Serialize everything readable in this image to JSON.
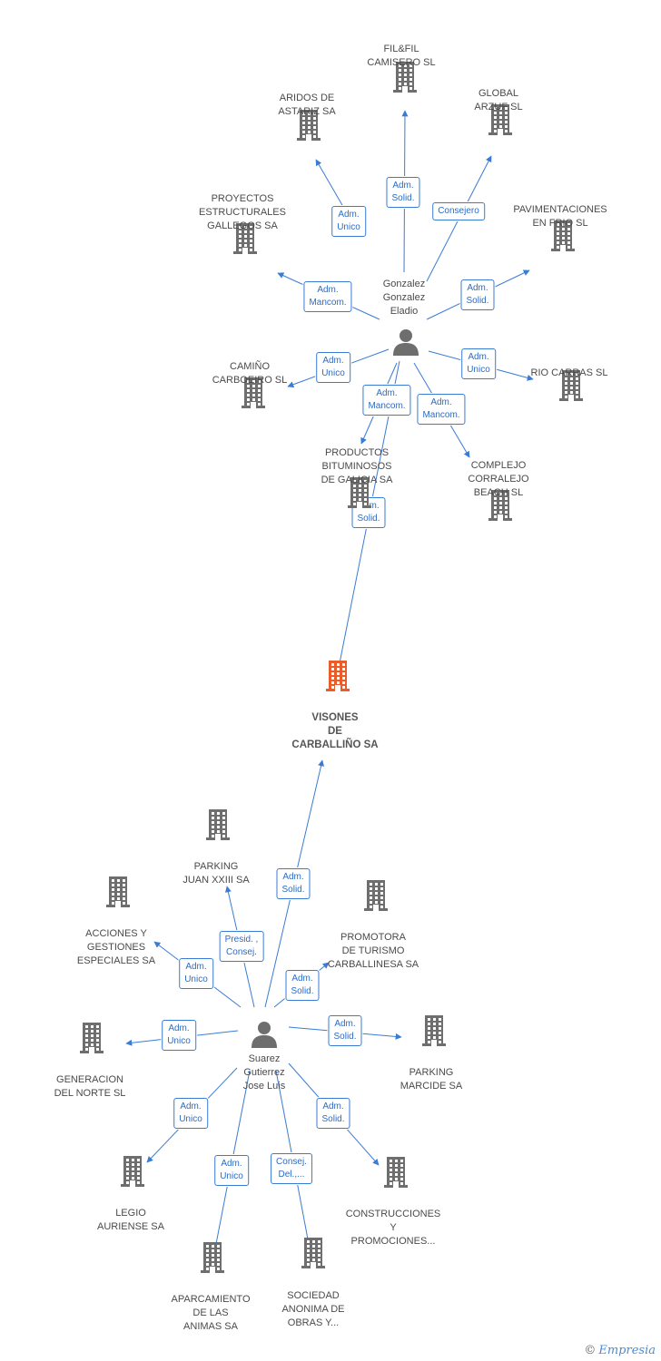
{
  "central": {
    "id": "visones",
    "label": "VISONES\nDE\nCARBALLIÑO SA",
    "color": "#e85d2a"
  },
  "persons": [
    {
      "id": "p1",
      "label": "Gonzalez\nGonzalez\nEladio"
    },
    {
      "id": "p2",
      "label": "Suarez\nGutierrez\nJose Luis"
    }
  ],
  "companies": [
    {
      "id": "c1",
      "label": "FIL&FIL\nCAMISERO SL"
    },
    {
      "id": "c2",
      "label": "ARIDOS DE\nASTARIZ SA"
    },
    {
      "id": "c3",
      "label": "GLOBAL\nARZUF SL"
    },
    {
      "id": "c4",
      "label": "PROYECTOS\nESTRUCTURALES\nGALLEGOS SA"
    },
    {
      "id": "c5",
      "label": "PAVIMENTACIONES\nEN FRIO SL"
    },
    {
      "id": "c6",
      "label": "CAMIÑO\nCARBOEIRO SL"
    },
    {
      "id": "c7",
      "label": "RIO CARRAS SL"
    },
    {
      "id": "c8",
      "label": "PRODUCTOS\nBITUMINOSOS\nDE GALICIA SA"
    },
    {
      "id": "c9",
      "label": "COMPLEJO\nCORRALEJO\nBEACH SL"
    },
    {
      "id": "c10",
      "label": "PARKING\nJUAN XXIII SA"
    },
    {
      "id": "c11",
      "label": "ACCIONES Y\nGESTIONES\nESPECIALES SA"
    },
    {
      "id": "c12",
      "label": "PROMOTORA\nDE TURISMO\nCARBALLINESA SA"
    },
    {
      "id": "c13",
      "label": "GENERACION\nDEL NORTE SL"
    },
    {
      "id": "c14",
      "label": "PARKING\nMARCIDE SA"
    },
    {
      "id": "c15",
      "label": "LEGIO\nAURIENSE SA"
    },
    {
      "id": "c16",
      "label": "CONSTRUCCIONES\nY\nPROMOCIONES..."
    },
    {
      "id": "c17",
      "label": "APARCAMIENTO\nDE LAS\nANIMAS SA"
    },
    {
      "id": "c18",
      "label": "SOCIEDAD\nANONIMA DE\nOBRAS Y..."
    }
  ],
  "edges": [
    {
      "from": "p1",
      "to": "c1",
      "role": "Adm.\nSolid."
    },
    {
      "from": "p1",
      "to": "c2",
      "role": "Adm.\nUnico"
    },
    {
      "from": "p1",
      "to": "c3",
      "role": "Consejero"
    },
    {
      "from": "p1",
      "to": "c4",
      "role": "Adm.\nMancom."
    },
    {
      "from": "p1",
      "to": "c5",
      "role": "Adm.\nSolid."
    },
    {
      "from": "p1",
      "to": "c6",
      "role": "Adm.\nUnico"
    },
    {
      "from": "p1",
      "to": "c7",
      "role": "Adm.\nUnico"
    },
    {
      "from": "p1",
      "to": "c8",
      "role": "Adm.\nMancom."
    },
    {
      "from": "p1",
      "to": "c9",
      "role": "Adm.\nMancom."
    },
    {
      "from": "p1",
      "to": "visones",
      "role": "Adm.\nSolid."
    },
    {
      "from": "p2",
      "to": "visones",
      "role": "Adm.\nSolid."
    },
    {
      "from": "p2",
      "to": "c10",
      "role": "Presid. ,\nConsej."
    },
    {
      "from": "p2",
      "to": "c11",
      "role": "Adm.\nUnico"
    },
    {
      "from": "p2",
      "to": "c12",
      "role": "Adm.\nSolid."
    },
    {
      "from": "p2",
      "to": "c13",
      "role": "Adm.\nUnico"
    },
    {
      "from": "p2",
      "to": "c14",
      "role": "Adm.\nSolid."
    },
    {
      "from": "p2",
      "to": "c15",
      "role": "Adm.\nUnico"
    },
    {
      "from": "p2",
      "to": "c16",
      "role": "Adm.\nSolid."
    },
    {
      "from": "p2",
      "to": "c17",
      "role": "Adm.\nUnico"
    },
    {
      "from": "p2",
      "to": "c18",
      "role": "Consej.\nDel.,..."
    }
  ],
  "colors": {
    "edge": "#3a7bd5",
    "building": "#6e6e6e",
    "person": "#6e6e6e"
  },
  "footer": {
    "copyright": "©",
    "brand": "Empresia"
  }
}
